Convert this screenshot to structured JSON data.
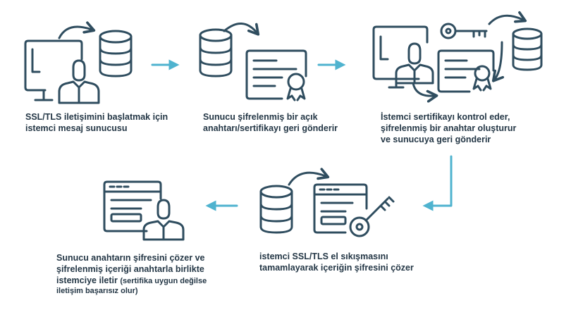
{
  "colors": {
    "icon_stroke": "#2f4d5f",
    "arrow_accent": "#4fb3cf",
    "text": "#243746",
    "background": "#ffffff"
  },
  "steps": [
    {
      "icons": [
        "computer-icon",
        "user-icon",
        "database-icon",
        "curved-arrow-icon"
      ],
      "caption_lines": [
        "SSL/TLS iletişimini başlatmak için",
        "istemci mesaj sunucusu"
      ]
    },
    {
      "icons": [
        "database-icon",
        "certificate-icon",
        "curved-arrow-icon"
      ],
      "caption_lines": [
        "Sunucu şifrelenmiş bir açık",
        "anahtarı/sertifikayı geri gönderir"
      ]
    },
    {
      "icons": [
        "computer-icon",
        "user-icon",
        "key-icon",
        "certificate-icon",
        "database-icon",
        "curved-arrow-icon"
      ],
      "caption_lines": [
        "İstemci sertifikayı kontrol eder,",
        "şifrelenmiş bir anahtar oluşturur",
        "ve sunucuya geri gönderir"
      ]
    },
    {
      "icons": [
        "database-icon",
        "browser-window-icon",
        "key-icon",
        "curved-arrow-icon"
      ],
      "caption_lines": [
        "istemci SSL/TLS el sıkışmasını",
        "tamamlayarak içeriğin şifresini çözer"
      ]
    },
    {
      "icons": [
        "browser-window-icon",
        "user-icon"
      ],
      "caption_lines": [
        "Sunucu anahtarın şifresini çözer ve",
        "şifrelenmiş içeriği anahtarla birlikte",
        "istemciye iletir"
      ],
      "caption_note": "(sertifika uygun değilse",
      "caption_note_line2": "iletişim başarısız olur)"
    }
  ]
}
